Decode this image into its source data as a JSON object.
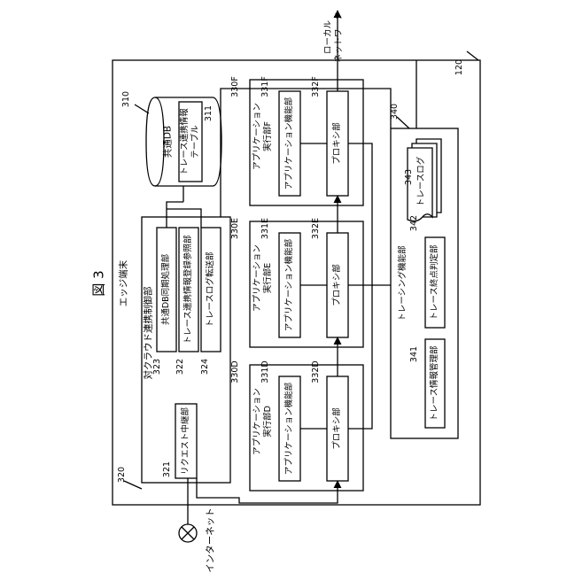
{
  "figure_title": "図 3",
  "internet": "インターネット",
  "local_network": "ローカル\nネットワーク",
  "edge": {
    "ref": "120",
    "label": "エッジ端末"
  },
  "shared_db": {
    "ref": "310",
    "label": "共通DB",
    "table_ref": "311",
    "table_label": "トレース連携情報\nテーブル"
  },
  "cloud_control": {
    "ref": "320",
    "label": "対クラウド連携制御部",
    "request_relay": {
      "ref": "321",
      "label": "リクエスト中継部"
    },
    "db_sync": {
      "ref": "323",
      "label": "共通DB同期処理部"
    },
    "trace_ref": {
      "ref": "322",
      "label": "トレース連携情報登録参照部"
    },
    "log_transfer": {
      "ref": "324",
      "label": "トレースログ転送部"
    }
  },
  "apps": [
    {
      "ref": "330D",
      "label": "アプリケーション\n実行部D",
      "func_ref": "331D",
      "func_label": "アプリケーション機能部",
      "proxy_ref": "332D",
      "proxy_label": "プロキシ部"
    },
    {
      "ref": "330E",
      "label": "アプリケーション\n実行部E",
      "func_ref": "331E",
      "func_label": "アプリケーション機能部",
      "proxy_ref": "332E",
      "proxy_label": "プロキシ部"
    },
    {
      "ref": "330F",
      "label": "アプリケーション\n実行部F",
      "func_ref": "331F",
      "func_label": "アプリケーション機能部",
      "proxy_ref": "332F",
      "proxy_label": "プロキシ部"
    }
  ],
  "tracing": {
    "ref": "340",
    "label": "トレーシング機能部",
    "log_ref": "343",
    "log_label": "トレースログ",
    "end_ref": "342",
    "end_label": "トレース終点判定部",
    "mgmt_ref": "341",
    "mgmt_label": "トレース情報管理部"
  }
}
